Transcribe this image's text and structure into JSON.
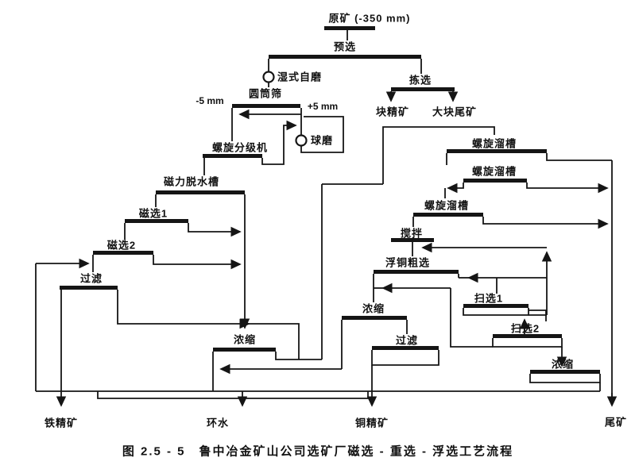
{
  "figure": {
    "background_color": "#ffffff",
    "line_color": "#151515",
    "caption": "图 2.5 - 5　鲁中冶金矿山公司选矿厂磁选 - 重选 - 浮选工艺流程",
    "nodes": {
      "raw_ore": "原矿 (-350 mm)",
      "preselection": "预选",
      "wet_autogenous_mill": "湿式自磨",
      "hand_sorting": "拣选",
      "lump_concentrate": "块精矿",
      "lump_tailings": "大块尾矿",
      "drum_screen": "圆筒筛",
      "minus_5mm": "-5 mm",
      "plus_5mm": "+5 mm",
      "spiral_classifier": "螺旋分级机",
      "ball_mill": "球磨",
      "magnetic_dewatering_tank": "磁力脱水槽",
      "magnetic_separation_1": "磁选1",
      "magnetic_separation_2": "磁选2",
      "filtration_left": "过滤",
      "thickening_left": "浓缩",
      "spiral_chute_1": "螺旋溜槽",
      "spiral_chute_2": "螺旋溜槽",
      "spiral_chute_3": "螺旋溜槽",
      "agitation": "搅拌",
      "copper_rougher_flotation": "浮铜粗选",
      "scavenger_1": "扫选1",
      "scavenger_2": "扫选2",
      "thickening_right": "浓缩",
      "filtration_right": "过滤",
      "thickening_bottom_right": "浓缩",
      "iron_concentrate": "铁精矿",
      "recycled_water": "环水",
      "copper_concentrate": "铜精矿",
      "tailings": "尾矿"
    }
  }
}
